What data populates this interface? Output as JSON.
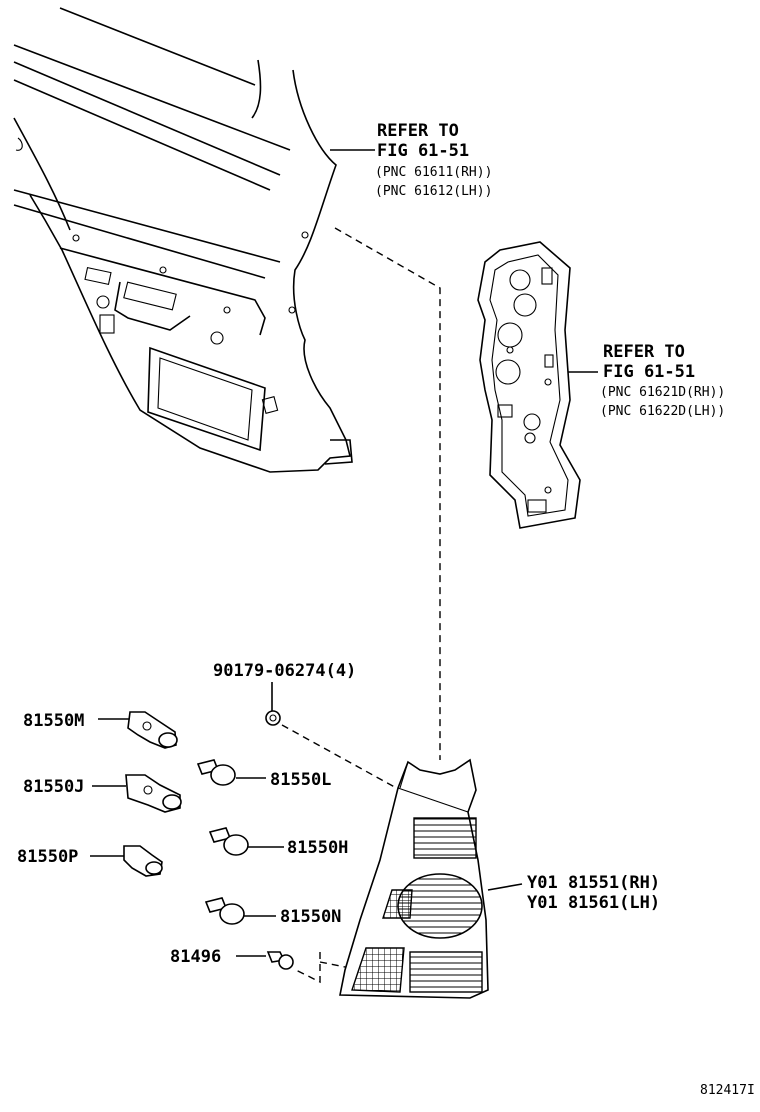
{
  "callouts": {
    "upper": {
      "refer_line1": "REFER TO",
      "refer_line2": "FIG 61-51",
      "pnc_line1": "(PNC 61611(RH))",
      "pnc_line2": "(PNC 61612(LH))"
    },
    "middle": {
      "refer_line1": "REFER TO",
      "refer_line2": "FIG 61-51",
      "pnc_line1": "(PNC 61621D(RH))",
      "pnc_line2": "(PNC 61622D(LH))"
    }
  },
  "parts": {
    "screw": "90179-06274(4)",
    "socket_m": "81550M",
    "socket_j": "81550J",
    "socket_p": "81550P",
    "bulb_l": "81550L",
    "bulb_h": "81550H",
    "bulb_n": "81550N",
    "clip": "81496",
    "lamp_rh": "Y01 81551(RH)",
    "lamp_lh": "Y01 81561(LH)"
  },
  "figure_id": "812417I"
}
